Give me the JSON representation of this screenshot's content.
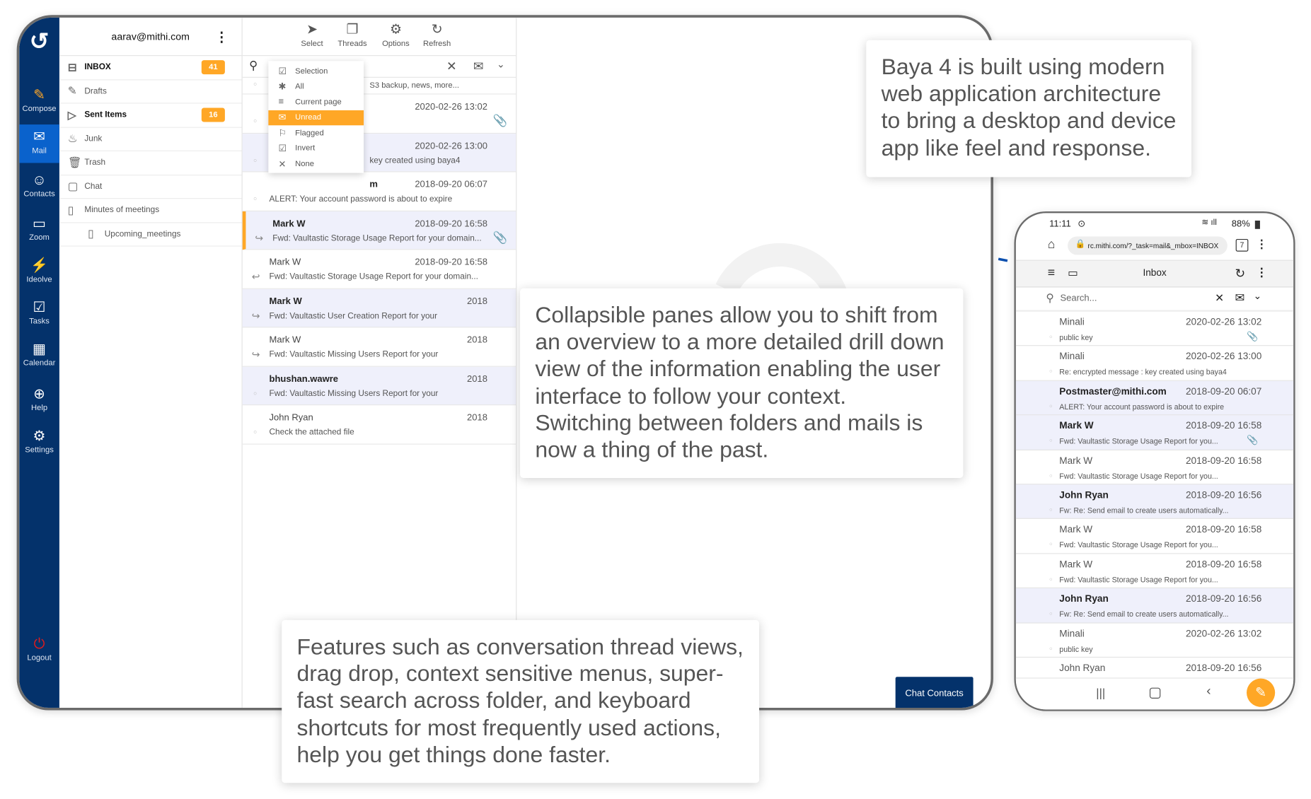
{
  "rail": {
    "items": [
      {
        "label": "Compose",
        "icon": "✎"
      },
      {
        "label": "Mail",
        "icon": "✉"
      },
      {
        "label": "Contacts",
        "icon": "☺"
      },
      {
        "label": "Zoom",
        "icon": "▭"
      },
      {
        "label": "Ideolve",
        "icon": "⚡"
      },
      {
        "label": "Tasks",
        "icon": "☑"
      },
      {
        "label": "Calendar",
        "icon": "▦"
      },
      {
        "label": "Help",
        "icon": "⊕"
      },
      {
        "label": "Settings",
        "icon": "⚙"
      }
    ],
    "logout_label": "Logout"
  },
  "account": {
    "email": "aarav@mithi.com"
  },
  "folders": [
    {
      "label": "INBOX",
      "icon": "⊟",
      "badge": "41",
      "bold": true
    },
    {
      "label": "Drafts",
      "icon": "✎"
    },
    {
      "label": "Sent Items",
      "icon": "▷",
      "badge": "16",
      "bold": true
    },
    {
      "label": "Junk",
      "icon": "♨"
    },
    {
      "label": "Trash",
      "icon": "🗑"
    },
    {
      "label": "Chat",
      "icon": "▢"
    },
    {
      "label": "Minutes of meetings",
      "icon": "▯"
    },
    {
      "label": "Upcoming_meetings",
      "icon": "▯",
      "sub": true
    }
  ],
  "toolbar": {
    "select": "Select",
    "threads": "Threads",
    "options": "Options",
    "refresh": "Refresh"
  },
  "select_menu": [
    {
      "label": "Selection",
      "icon": "☑"
    },
    {
      "label": "All",
      "icon": "✱"
    },
    {
      "label": "Current page",
      "icon": "≡"
    },
    {
      "label": "Unread",
      "icon": "✉",
      "selected": true
    },
    {
      "label": "Flagged",
      "icon": "⚐"
    },
    {
      "label": "Invert",
      "icon": "☑"
    },
    {
      "label": "None",
      "icon": "✕"
    }
  ],
  "mail_list": {
    "top_snippet": "S3 backup, news, more...",
    "messages": [
      {
        "from": "",
        "date": "2020-02-26 13:02",
        "subject": "",
        "status": "dot",
        "attach": true
      },
      {
        "from": "",
        "date": "2020-02-26 13:00",
        "subject": "key created using baya4",
        "status": "dot",
        "hl": true
      },
      {
        "from": "m",
        "date": "2018-09-20 06:07",
        "subject": "ALERT: Your account password is about to expire",
        "status": "dot",
        "unread": true
      },
      {
        "from": "Mark W",
        "date": "2018-09-20 16:58",
        "subject": "Fwd: Vaultastic Storage Usage Report for your domain...",
        "status": "fwd",
        "attach": true,
        "hl": true,
        "unread": true,
        "current": true
      },
      {
        "from": "Mark W",
        "date": "2018-09-20 16:58",
        "subject": "Fwd: Vaultastic Storage Usage Report for your domain...",
        "status": "reply"
      },
      {
        "from": "Mark W",
        "date": "2018",
        "subject": "Fwd: Vaultastic User Creation Report for your",
        "status": "fwd",
        "hl": true,
        "unread": true
      },
      {
        "from": "Mark W",
        "date": "2018",
        "subject": "Fwd: Vaultastic Missing Users Report for your",
        "status": "fwd"
      },
      {
        "from": "bhushan.wawre",
        "date": "2018",
        "subject": "Fwd: Vaultastic Missing Users Report for your",
        "status": "dot",
        "hl": true,
        "unread": true
      },
      {
        "from": "John Ryan",
        "date": "2018",
        "subject": "Check the attached file",
        "status": "dot"
      }
    ]
  },
  "chat_contacts_label": "Chat Contacts",
  "callouts": {
    "architecture": "Baya 4 is built using modern web application architecture to bring a desktop and device app like feel and response.",
    "panes": "Collapsible panes allow you to shift from an overview to a more detailed drill down view of the information enabling the user interface to follow your context. Switching between folders and mails is now a thing of the past.",
    "features": "Features such as conversation thread views, drag drop, context sensitive menus, super-fast search across folder, and keyboard shortcuts for most frequently used actions, help you get things done faster."
  },
  "phone": {
    "time": "11:11",
    "battery": "88%",
    "url": "rc.mithi.com/?_task=mail&_mbox=INBOX",
    "tabs_count": "7",
    "title": "Inbox",
    "search_placeholder": "Search...",
    "messages": [
      {
        "from": "Minali",
        "date": "2020-02-26 13:02",
        "subject": "public key",
        "attach": true
      },
      {
        "from": "Minali",
        "date": "2020-02-26 13:00",
        "subject": "Re: encrypted message :  key created using baya4"
      },
      {
        "from": "Postmaster@mithi.com",
        "date": "2018-09-20 06:07",
        "subject": "ALERT: Your account password is about to expire",
        "hl": true,
        "unread": true
      },
      {
        "from": "Mark W",
        "date": "2018-09-20 16:58",
        "subject": "Fwd: Vaultastic Storage Usage Report for you...",
        "hl": true,
        "unread": true,
        "attach": true
      },
      {
        "from": "Mark W",
        "date": "2018-09-20 16:58",
        "subject": "Fwd: Vaultastic Storage Usage Report for you..."
      },
      {
        "from": "John Ryan",
        "date": "2018-09-20 16:56",
        "subject": "Fw: Re: Send email to create users automatically...",
        "hl": true,
        "unread": true
      },
      {
        "from": "Mark W",
        "date": "2018-09-20 16:58",
        "subject": "Fwd: Vaultastic Storage Usage Report for you..."
      },
      {
        "from": "Mark W",
        "date": "2018-09-20 16:58",
        "subject": "Fwd: Vaultastic Storage Usage Report for you..."
      },
      {
        "from": "John Ryan",
        "date": "2018-09-20 16:56",
        "subject": "Fw: Re: Send email to create users automatically...",
        "hl": true,
        "unread": true
      },
      {
        "from": "Minali",
        "date": "2020-02-26 13:02",
        "subject": "public key"
      },
      {
        "from": "John Ryan",
        "date": "2018-09-20 16:56",
        "subject": ""
      }
    ]
  },
  "colors": {
    "rail": "#04326b",
    "active": "#0a62cc",
    "accent": "#ffa726",
    "arrow": "#0b4fae",
    "highlight": "#eff0fb"
  }
}
